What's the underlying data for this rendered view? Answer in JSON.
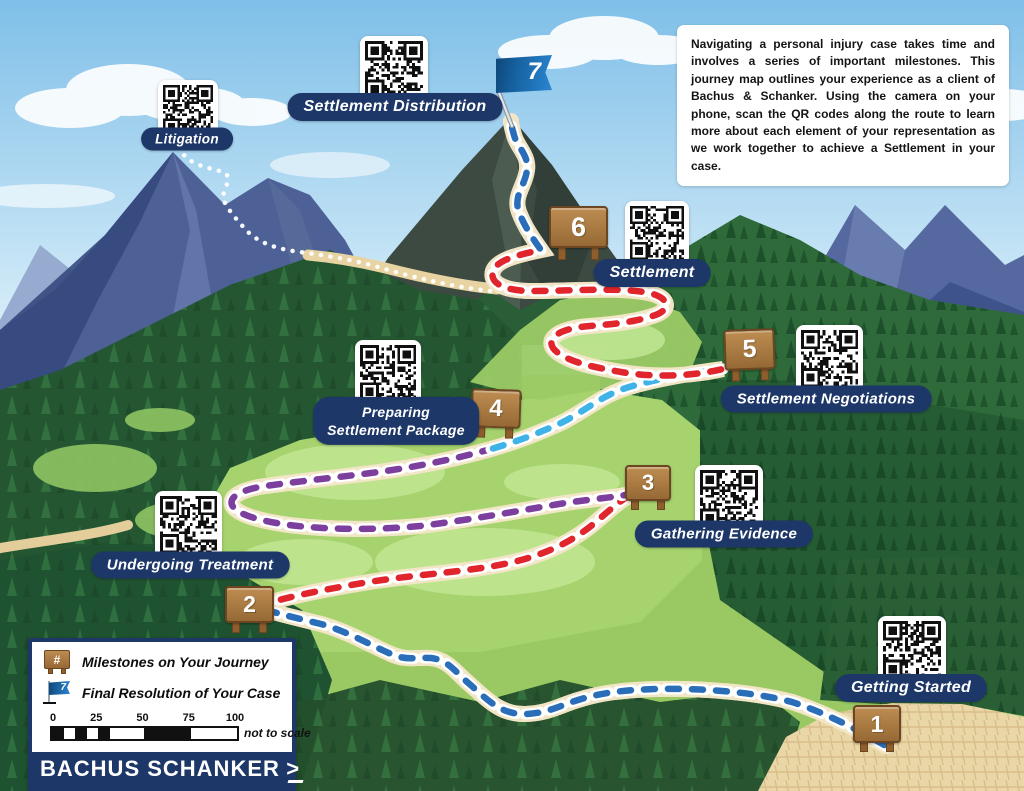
{
  "intro": {
    "text": "Navigating a personal injury case takes time and involves a series of important milestones. This journey map outlines your experience as a client of Bachus & Schanker. Using the camera on your phone, scan the QR codes along the route to learn more about each element of your representation as we work together to achieve a Settlement in your case."
  },
  "milestones": [
    {
      "number": "1",
      "label": "Getting Started"
    },
    {
      "number": "2",
      "label": "Undergoing Treatment"
    },
    {
      "number": "3",
      "label": "Gathering Evidence"
    },
    {
      "number": "4",
      "label": "Preparing Settlement Package",
      "label_line1": "Preparing",
      "label_line2": "Settlement Package"
    },
    {
      "number": "5",
      "label": "Settlement Negotiations"
    },
    {
      "number": "6",
      "label": "Settlement"
    },
    {
      "number": "7",
      "label": "Settlement Distribution"
    }
  ],
  "side_trail": {
    "label": "Litigation"
  },
  "legend": {
    "items": [
      {
        "icon": "milestone-sign",
        "symbol": "#",
        "label": "Milestones on Your Journey"
      },
      {
        "icon": "final-flag",
        "symbol": "7",
        "label": "Final Resolution of Your Case"
      }
    ],
    "scale": {
      "ticks": [
        "0",
        "25",
        "50",
        "75",
        "100"
      ],
      "note": "not to scale"
    }
  },
  "logo": {
    "text": "BACHUS SCHANKER",
    "arrow": ">"
  },
  "colors": {
    "navy": "#1d3768",
    "trail_blue": "#2a6db8",
    "trail_red": "#e0252c",
    "trail_purple": "#7d3f9e",
    "trail_cyan": "#3fb3e8",
    "flag_blue": "#1769b3",
    "sign_brown": "#a87a42"
  }
}
